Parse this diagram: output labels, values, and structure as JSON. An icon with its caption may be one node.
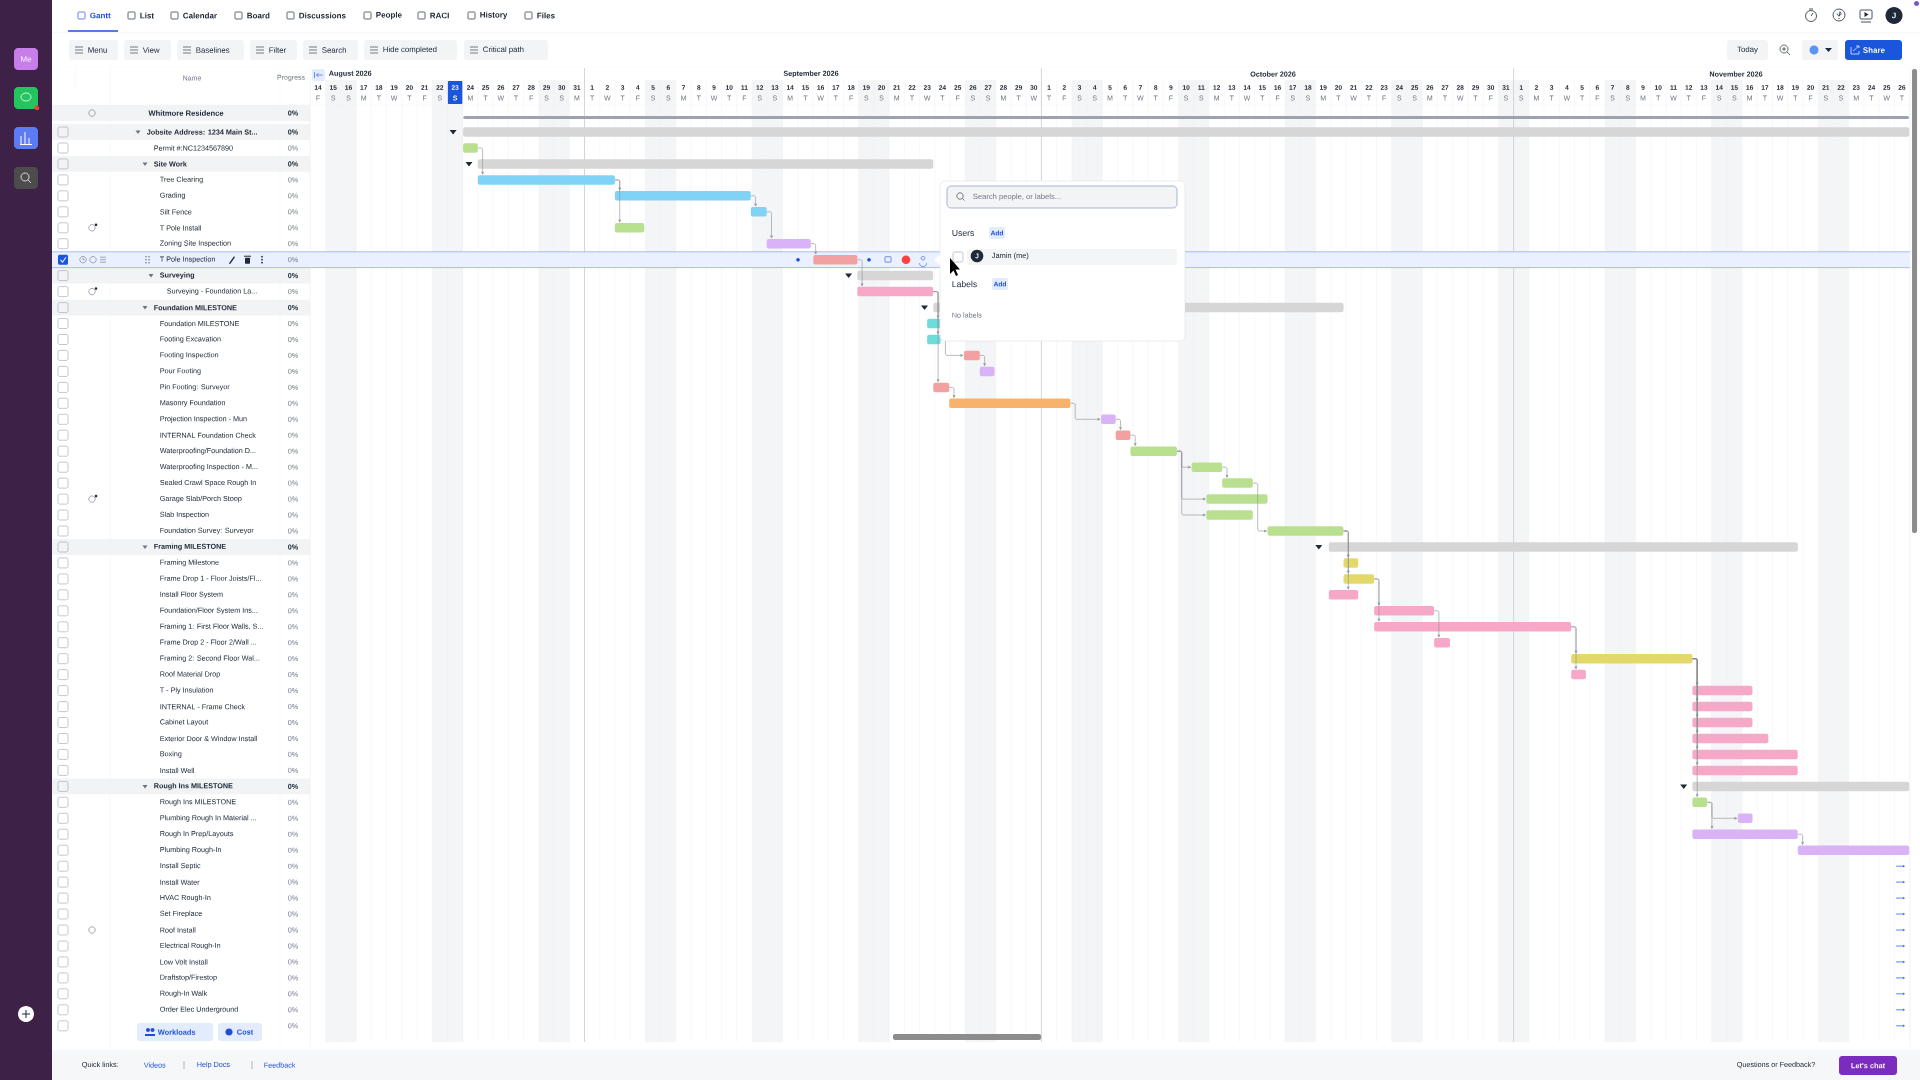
{
  "diagram": {
    "nodes": [
      {
        "text": [],
        "shape": "bar"
      },
      {
        "text": [],
        "shape": "bar"
      },
      {
        "text": [],
        "shape": "bar"
      },
      {
        "text": [],
        "shape": "bar"
      },
      {
        "text": [],
        "shape": "bar"
      },
      {
        "text": [],
        "shape": "bar"
      },
      {
        "text": [],
        "shape": "bar"
      },
      {
        "text": [],
        "shape": "bar"
      },
      {
        "text": [],
        "shape": "bar"
      },
      {
        "text": [],
        "shape": "bar"
      },
      {
        "text": [],
        "shape": "bar"
      },
      {
        "text": [],
        "shape": "bar"
      },
      {
        "text": [],
        "shape": "bar"
      },
      {
        "text": [],
        "shape": "bar"
      },
      {
        "text": [],
        "shape": "bar"
      },
      {
        "text": [],
        "shape": "bar"
      },
      {
        "text": [],
        "shape": "bar"
      },
      {
        "text": [],
        "shape": "bar"
      },
      {
        "text": [],
        "shape": "bar"
      },
      {
        "text": [],
        "shape": "bar"
      },
      {
        "text": [],
        "shape": "bar"
      },
      {
        "text": [],
        "shape": "bar"
      },
      {
        "text": [],
        "shape": "bar"
      },
      {
        "text": [],
        "shape": "bar"
      },
      {
        "text": [],
        "shape": "bar"
      },
      {
        "text": [],
        "shape": "bar"
      },
      {
        "text": [],
        "shape": "bar"
      },
      {
        "text": [],
        "shape": "bar"
      },
      {
        "text": [],
        "shape": "bar"
      },
      {
        "text": [],
        "shape": "bar"
      },
      {
        "text": [],
        "shape": "bar"
      },
      {
        "text": [],
        "shape": "bar"
      },
      {
        "text": [],
        "shape": "bar"
      },
      {
        "text": [],
        "shape": "bar"
      },
      {
        "text": [],
        "shape": "bar"
      },
      {
        "text": [],
        "shape": "bar"
      },
      {
        "text": [],
        "shape": "bar"
      },
      {
        "text": [],
        "shape": "bar"
      },
      {
        "text": [],
        "shape": "bar"
      },
      {
        "text": [],
        "shape": "bar"
      },
      {
        "text": [],
        "shape": "bar"
      },
      {
        "text": [],
        "shape": "bar"
      },
      {
        "text": [],
        "shape": "bar"
      },
      {
        "text": [],
        "shape": "bar"
      },
      {
        "text": [],
        "shape": "bar"
      },
      {
        "text": [],
        "shape": "bar"
      },
      {
        "text": [],
        "shape": "bar"
      }
    ],
    "edges": [
      {
        "from": 2,
        "to": 4,
        "arrow": "to"
      },
      {
        "from": 4,
        "to": 5,
        "arrow": "to"
      },
      {
        "from": 4,
        "to": 7,
        "arrow": "to"
      },
      {
        "from": 5,
        "to": 6,
        "arrow": "to"
      },
      {
        "from": 6,
        "to": 8,
        "arrow": "to"
      },
      {
        "from": 8,
        "to": 9,
        "arrow": "to"
      },
      {
        "from": 9,
        "to": 11,
        "arrow": "to"
      },
      {
        "from": 11,
        "to": 13,
        "arrow": "to"
      },
      {
        "from": 11,
        "to": 14,
        "arrow": "to"
      },
      {
        "from": 14,
        "to": 15,
        "arrow": "to"
      },
      {
        "from": 15,
        "to": 16,
        "arrow": "to"
      },
      {
        "from": 11,
        "to": 17,
        "arrow": "to"
      },
      {
        "from": 17,
        "to": 18,
        "arrow": "to"
      },
      {
        "from": 18,
        "to": 19,
        "arrow": "to"
      },
      {
        "from": 19,
        "to": 20,
        "arrow": "to"
      },
      {
        "from": 20,
        "to": 21,
        "arrow": "to"
      },
      {
        "from": 21,
        "to": 22,
        "arrow": "to"
      },
      {
        "from": 22,
        "to": 23,
        "arrow": "to"
      },
      {
        "from": 21,
        "to": 24,
        "arrow": "to"
      },
      {
        "from": 21,
        "to": 25,
        "arrow": "to"
      },
      {
        "from": 23,
        "to": 26,
        "arrow": "to"
      },
      {
        "from": 26,
        "to": 28,
        "arrow": "to"
      },
      {
        "from": 26,
        "to": 29,
        "arrow": "to"
      },
      {
        "from": 26,
        "to": 30,
        "arrow": "to"
      },
      {
        "from": 29,
        "to": 31,
        "arrow": "to"
      },
      {
        "from": 29,
        "to": 32,
        "arrow": "to"
      },
      {
        "from": 31,
        "to": 33,
        "arrow": "to"
      },
      {
        "from": 32,
        "to": 34,
        "arrow": "to"
      },
      {
        "from": 32,
        "to": 35,
        "arrow": "to"
      },
      {
        "from": 34,
        "to": 36,
        "arrow": "to"
      },
      {
        "from": 34,
        "to": 37,
        "arrow": "to"
      },
      {
        "from": 34,
        "to": 38,
        "arrow": "to"
      },
      {
        "from": 34,
        "to": 39,
        "arrow": "to"
      },
      {
        "from": 34,
        "to": 40,
        "arrow": "to"
      },
      {
        "from": 34,
        "to": 41,
        "arrow": "to"
      },
      {
        "from": 34,
        "to": 43,
        "arrow": "to"
      },
      {
        "from": 43,
        "to": 44,
        "arrow": "to"
      },
      {
        "from": 43,
        "to": 45,
        "arrow": "to"
      },
      {
        "from": 45,
        "to": 46,
        "arrow": "to"
      }
    ],
    "labels": [
      "Gantt",
      "List",
      "Calendar",
      "Board",
      "Discussions",
      "People",
      "RACI",
      "History",
      "Files",
      "Menu",
      "View",
      "Baselines",
      "Filter",
      "Search",
      "Hide completed",
      "Critical path",
      "Today",
      "Share",
      "Me",
      "J",
      "Name",
      "Progress",
      "August 2026",
      "September 2026",
      "October 2026",
      "November 2026",
      "14",
      "15",
      "16",
      "17",
      "18",
      "19",
      "20",
      "21",
      "22",
      "23",
      "24",
      "25",
      "26",
      "27",
      "28",
      "29",
      "30",
      "31",
      "1",
      "2",
      "3",
      "4",
      "5",
      "6",
      "7",
      "8",
      "9",
      "10",
      "11",
      "12",
      "13",
      "14",
      "15",
      "16",
      "17",
      "18",
      "19",
      "20",
      "21",
      "22",
      "23",
      "24",
      "25",
      "26",
      "27",
      "28",
      "29",
      "30",
      "1",
      "2",
      "3",
      "4",
      "5",
      "6",
      "7",
      "8",
      "9",
      "10",
      "11",
      "12",
      "13",
      "14",
      "15",
      "16",
      "17",
      "18",
      "19",
      "20",
      "21",
      "22",
      "23",
      "24",
      "25",
      "26",
      "27",
      "28",
      "29",
      "30",
      "31",
      "1",
      "2",
      "3",
      "4",
      "5",
      "6",
      "7",
      "8",
      "9",
      "10",
      "11",
      "12",
      "13",
      "14",
      "15",
      "16",
      "17",
      "18",
      "19",
      "20",
      "21",
      "22",
      "23",
      "24",
      "25",
      "26",
      "F",
      "S",
      "S",
      "M",
      "T",
      "W",
      "T",
      "F",
      "S",
      "S",
      "M",
      "T",
      "W",
      "T",
      "F",
      "S",
      "S",
      "M",
      "T",
      "W",
      "T",
      "F",
      "S",
      "S",
      "M",
      "T",
      "W",
      "T",
      "F",
      "S",
      "S",
      "M",
      "T",
      "W",
      "T",
      "F",
      "S",
      "S",
      "M",
      "T",
      "W",
      "T",
      "F",
      "S",
      "S",
      "M",
      "T",
      "W",
      "T",
      "F",
      "S",
      "S",
      "M",
      "T",
      "W",
      "T",
      "F",
      "S",
      "S",
      "M",
      "T",
      "W",
      "T",
      "F",
      "S",
      "S",
      "M",
      "T",
      "W",
      "T",
      "F",
      "S",
      "S",
      "M",
      "T",
      "W",
      "T",
      "F",
      "S",
      "S",
      "M",
      "T",
      "W",
      "T",
      "F",
      "S",
      "S",
      "M",
      "T",
      "W",
      "T",
      "F",
      "S",
      "S",
      "M",
      "T",
      "W",
      "T",
      "F",
      "S",
      "S",
      "M",
      "T",
      "W",
      "T",
      "Whitmore Residence",
      "0%",
      "Jobsite Address: 1234 Main St...",
      "0%",
      "Permit #:NC1234567890",
      "0%",
      "Site Work",
      "0%",
      "Tree Clearing",
      "0%",
      "Grading",
      "0%",
      "Silt Fence",
      "0%",
      "T Pole Install",
      "0%",
      "Zoning Site Inspection",
      "0%",
      "T Pole Inspection",
      "0%",
      "Surveying",
      "0%",
      "Surveying - Foundation La...",
      "0%",
      "Foundation MILESTONE",
      "0%",
      "Foundation MILESTONE",
      "0%",
      "Footing Excavation",
      "0%",
      "Footing Inspection",
      "0%",
      "Pour Footing",
      "0%",
      "Pin Footing: Surveyor",
      "0%",
      "Masonry Foundation",
      "0%",
      "Projection Inspection - Mun",
      "0%",
      "INTERNAL Foundation Check",
      "0%",
      "Waterproofing/Foundation D...",
      "0%",
      "Waterproofing Inspection - M...",
      "0%",
      "Sealed Crawl Space Rough In",
      "0%",
      "Garage Slab/Porch Stoop",
      "0%",
      "Slab Inspection",
      "0%",
      "Foundation Survey: Surveyor",
      "0%",
      "Framing MILESTONE",
      "0%",
      "Framing Milestone",
      "0%",
      "Frame Drop 1 - Floor Joists/Fl...",
      "0%",
      "Install Floor System",
      "0%",
      "Foundation/Floor System Ins...",
      "0%",
      "Framing 1: First Floor Walls, S...",
      "0%",
      "Frame Drop 2 - Floor 2/Wall ...",
      "0%",
      "Framing 2: Second Floor Wal...",
      "0%",
      "Roof Material Drop",
      "0%",
      "T - Ply Insulation",
      "0%",
      "INTERNAL - Frame Check",
      "0%",
      "Cabinet Layout",
      "0%",
      "Exterior Door & Window Install",
      "0%",
      "Boxing",
      "0%",
      "Install Well",
      "0%",
      "Rough Ins MILESTONE",
      "0%",
      "Rough Ins MILESTONE",
      "0%",
      "Plumbing Rough In Material ...",
      "0%",
      "Rough In Prep/Layouts",
      "0%",
      "Plumbing Rough-In",
      "0%",
      "Install Septic",
      "0%",
      "Install Water",
      "0%",
      "HVAC Rough-In",
      "0%",
      "Set Fireplace",
      "0%",
      "Roof Install",
      "0%",
      "Electrical Rough-In",
      "0%",
      "Low Volt Install",
      "0%",
      "Draftstop/Firestop",
      "0%",
      "Rough-In Walk",
      "0%",
      "Order Elec Underground",
      "0%",
      "0%",
      "Search people, or labels...",
      "Users",
      "Add",
      "J",
      "Jamin (me)",
      "Labels",
      "Add",
      "No labels",
      "Workloads",
      "Cost",
      "Quick links:",
      "Videos",
      "Help Docs",
      "Feedback",
      "Questions or Feedback?",
      "Let's chat"
    ]
  }
}
